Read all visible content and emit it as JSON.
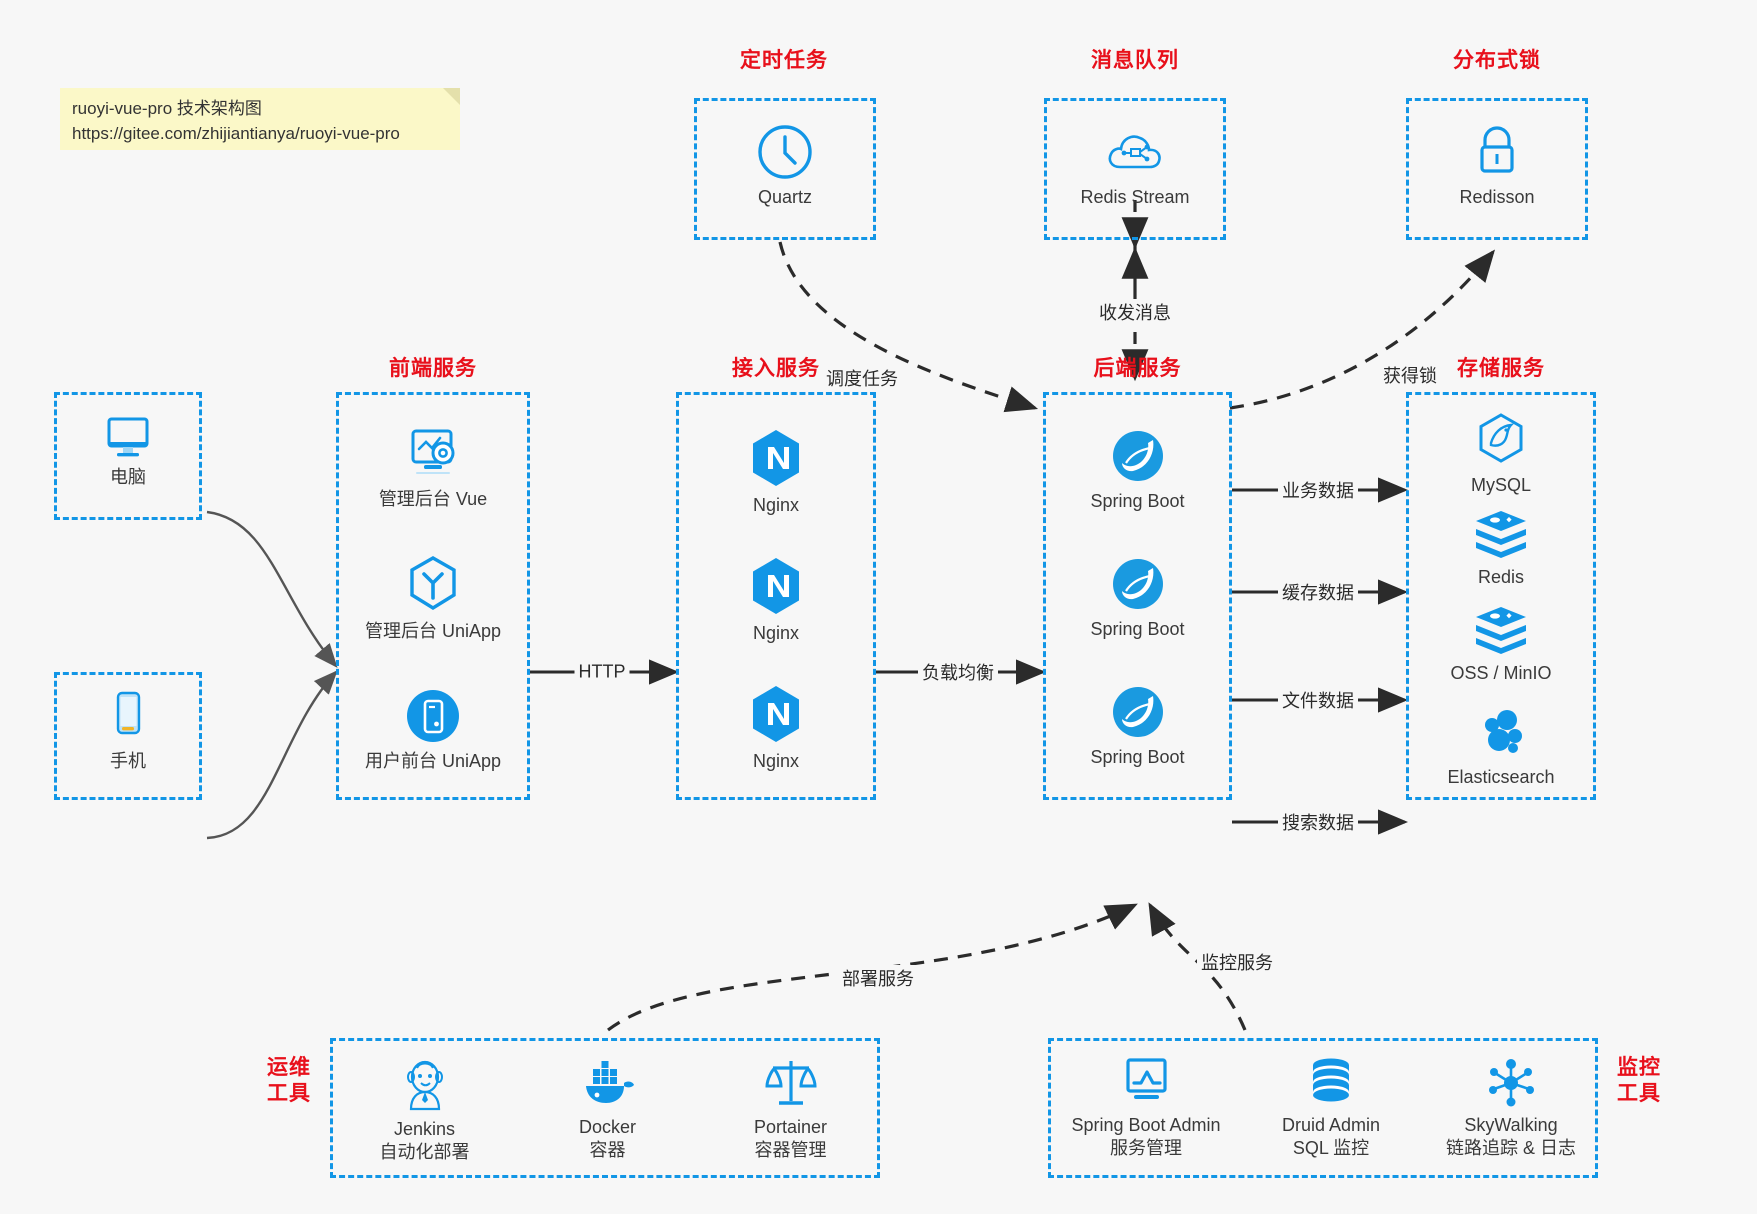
{
  "note": {
    "line1": "ruoyi-vue-pro 技术架构图",
    "line2": "https://gitee.com/zhijiantianya/ruoyi-vue-pro"
  },
  "groups": {
    "scheduler": {
      "title": "定时任务"
    },
    "mq": {
      "title": "消息队列"
    },
    "lock": {
      "title": "分布式锁"
    },
    "frontend": {
      "title": "前端服务"
    },
    "gateway": {
      "title": "接入服务"
    },
    "backend": {
      "title": "后端服务"
    },
    "storage": {
      "title": "存储服务"
    },
    "devops": {
      "title": "运维\n工具",
      "line1": "运维",
      "line2": "工具"
    },
    "monitor": {
      "title": "监控\n工具",
      "line1": "监控",
      "line2": "工具"
    }
  },
  "clients": [
    {
      "label": "电脑",
      "icon": "desktop-icon"
    },
    {
      "label": "手机",
      "icon": "mobile-icon"
    }
  ],
  "scheduler_nodes": [
    {
      "label": "Quartz",
      "icon": "clock-icon"
    }
  ],
  "mq_nodes": [
    {
      "label": "Redis Stream",
      "icon": "cloud-stream-icon"
    }
  ],
  "lock_nodes": [
    {
      "label": "Redisson",
      "icon": "lock-icon"
    }
  ],
  "frontend_nodes": [
    {
      "label": "管理后台 Vue",
      "icon": "dashboard-gear-icon"
    },
    {
      "label": "管理后台 UniApp",
      "icon": "uniapp-hexagon-icon"
    },
    {
      "label": "用户前台 UniApp",
      "icon": "mobile-app-icon"
    }
  ],
  "gateway_nodes": [
    {
      "label": "Nginx",
      "icon": "nginx-icon"
    },
    {
      "label": "Nginx",
      "icon": "nginx-icon"
    },
    {
      "label": "Nginx",
      "icon": "nginx-icon"
    }
  ],
  "backend_nodes": [
    {
      "label": "Spring Boot",
      "icon": "spring-boot-icon"
    },
    {
      "label": "Spring Boot",
      "icon": "spring-boot-icon"
    },
    {
      "label": "Spring Boot",
      "icon": "spring-boot-icon"
    }
  ],
  "storage_nodes": [
    {
      "label": "MySQL",
      "icon": "mysql-icon"
    },
    {
      "label": "Redis",
      "icon": "redis-icon"
    },
    {
      "label": "OSS / MinIO",
      "icon": "oss-minio-icon"
    },
    {
      "label": "Elasticsearch",
      "icon": "elasticsearch-icon"
    }
  ],
  "devops_nodes": [
    {
      "label": "Jenkins",
      "sublabel": "自动化部署",
      "icon": "jenkins-icon"
    },
    {
      "label": "Docker",
      "sublabel": "容器",
      "icon": "docker-icon"
    },
    {
      "label": "Portainer",
      "sublabel": "容器管理",
      "icon": "portainer-icon"
    }
  ],
  "monitor_nodes": [
    {
      "label": "Spring Boot Admin",
      "sublabel": "服务管理",
      "icon": "monitor-chart-icon"
    },
    {
      "label": "Druid Admin",
      "sublabel": "SQL 监控",
      "icon": "database-icon"
    },
    {
      "label": "SkyWalking",
      "sublabel": "链路追踪 & 日志",
      "icon": "skywalking-icon"
    }
  ],
  "edges": {
    "http": "HTTP",
    "load_balance": "负载均衡",
    "schedule_task": "调度任务",
    "send_receive_message": "收发消息",
    "acquire_lock": "获得锁",
    "business_data": "业务数据",
    "cache_data": "缓存数据",
    "file_data": "文件数据",
    "search_data": "搜索数据",
    "deploy_service": "部署服务",
    "monitor_service": "监控服务"
  },
  "colors": {
    "accent_blue": "#1296e6",
    "title_red": "#e8101b",
    "note_bg": "#fbf8c8",
    "background": "#f7f7f7",
    "edge_dark": "#2b2b2b"
  }
}
